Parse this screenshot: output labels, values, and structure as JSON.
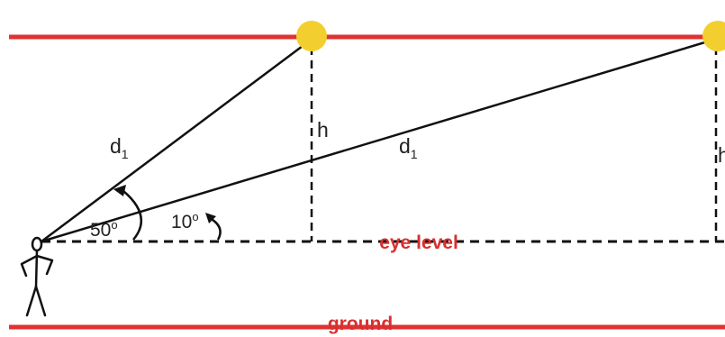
{
  "colors": {
    "boundary_line": "#e03232",
    "sun": "#f2cf2e",
    "ink": "#111111",
    "label_red": "#d9302f"
  },
  "labels": {
    "d1_left": "d",
    "d1_left_sub": "1",
    "d1_right": "d",
    "d1_right_sub": "1",
    "h_left": "h",
    "h_right": "h",
    "angle_large": "50",
    "angle_large_unit": "o",
    "angle_small": "10",
    "angle_small_unit": "o",
    "eye_level": "eye level",
    "ground": "ground"
  },
  "icons": {
    "observer": "stick-figure-icon",
    "sun_left": "sun-icon",
    "sun_right": "sun-icon"
  }
}
